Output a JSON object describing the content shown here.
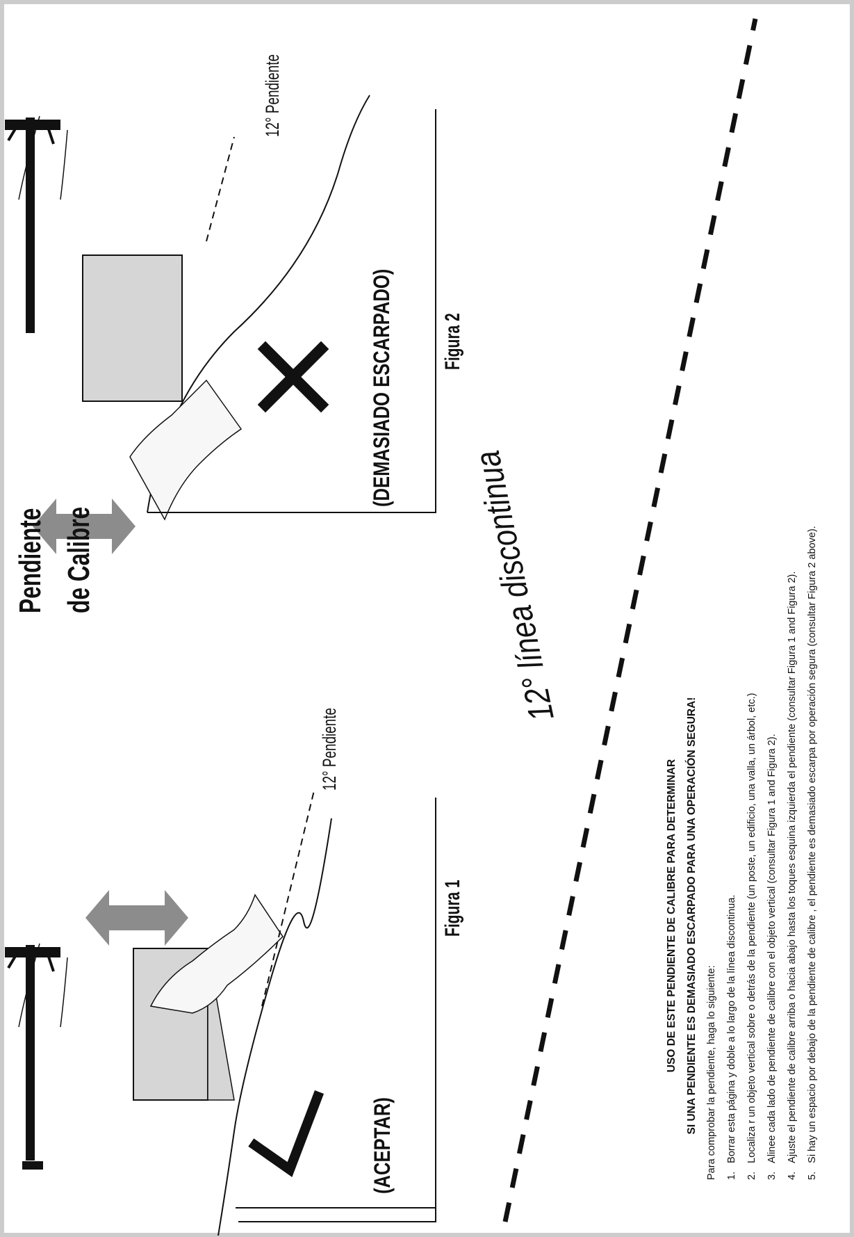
{
  "title": {
    "line1": "Pendiente",
    "line2": "de Calibre"
  },
  "figure1": {
    "slope_label": "12° Pendiente",
    "verdict": "(ACEPTAR)",
    "caption": "Figura 1"
  },
  "figure2": {
    "slope_label": "12° Pendiente",
    "verdict": "(DEMASIADO ESCARPADO)",
    "caption": "Figura 2"
  },
  "dashed_line_label": "12° línea discontinua",
  "instructions": {
    "heading_line1": "USO DE ESTE PENDIENTE DE CALIBRE PARA DETERMINAR",
    "heading_line2": "SI UNA PENDIENTE ES DEMASIADO ESCARPADO PARA UNA OPERACIÓN SEGURA!",
    "intro": "Para comprobar la pendiente, haga lo siguiente:",
    "steps": [
      {
        "num": "1.",
        "text": "Borrar esta página y doble a lo largo de la línea discontinua."
      },
      {
        "num": "2.",
        "text": "Localiza r un objeto vertical sobre o detrás de la pendiente (un poste, un edificio, una valla, un árbol, etc.)"
      },
      {
        "num": "3.",
        "text": "Alinee cada lado de pendiente de calibre con el objeto vertical (consultar Figura 1 and Figura 2)."
      },
      {
        "num": "4.",
        "text": "Ajuste el pendiente de calibre arriba o hacia abajo hasta los toques esquina izquierda el pendiente (consultar Figura 1 and Figura 2)."
      },
      {
        "num": "5.",
        "text": "Si hay un espacio por debajo de la pendiente de calibre , el pendiente es demasiado escarpa por operación segura (consultar Figura 2 above)."
      }
    ]
  },
  "colors": {
    "ink": "#111111",
    "card_fill": "#d6d6d6",
    "arrow": "#8c8c8c",
    "frame": "#cccccc"
  }
}
